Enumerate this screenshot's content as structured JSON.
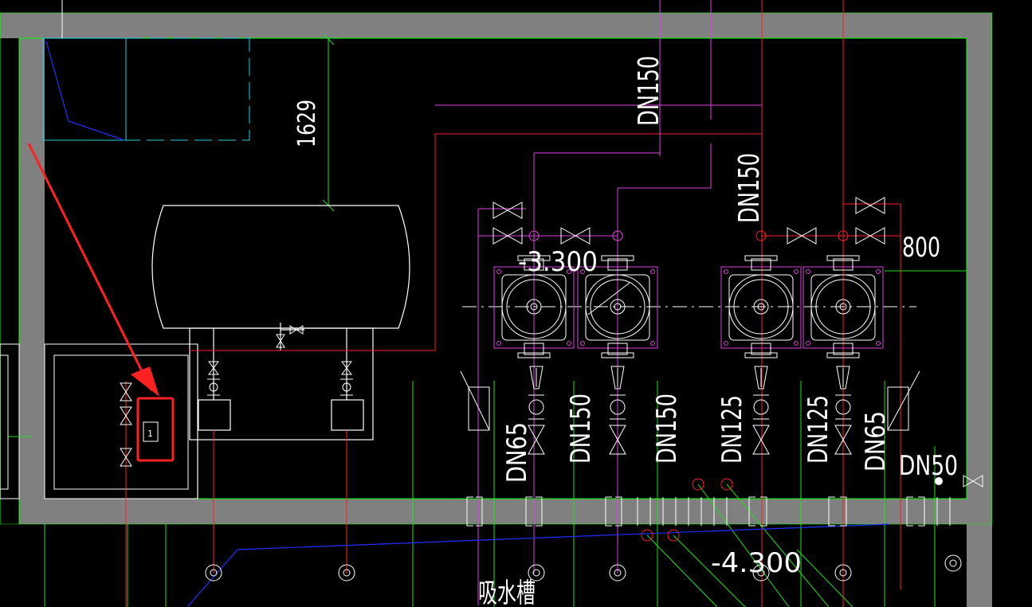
{
  "colors": {
    "background": "#000000",
    "wall": "#808080",
    "wall_outline": "#00ff00",
    "pipe_red": "#ff2020",
    "pipe_magenta": "#e040e0",
    "pipe_green": "#20e020",
    "pipe_blue": "#2030ff",
    "pipe_cyan": "#20d0e0",
    "equipment_white": "#ffffff",
    "annotation_arrow": "#ff2020"
  },
  "labels": {
    "dim_1629": "1629",
    "dim_800": "800",
    "elev_left": "-3.300",
    "elev_bottom": "-4.300",
    "dn150_top": "DN150",
    "dn150_mid": "DN150",
    "dn65_left": "DN65",
    "dn150_a": "DN150",
    "dn150_b": "DN150",
    "dn125_a": "DN125",
    "dn125_b": "DN125",
    "dn65_right": "DN65",
    "dn50": "DN50",
    "sump": "吸水槽",
    "box_tag": "1"
  },
  "icons": {
    "valve": "gate-valve-bowtie-icon",
    "pump": "centrifugal-pump-icon",
    "arrow": "annotation-arrow-icon",
    "drain": "floor-drain-icon"
  }
}
